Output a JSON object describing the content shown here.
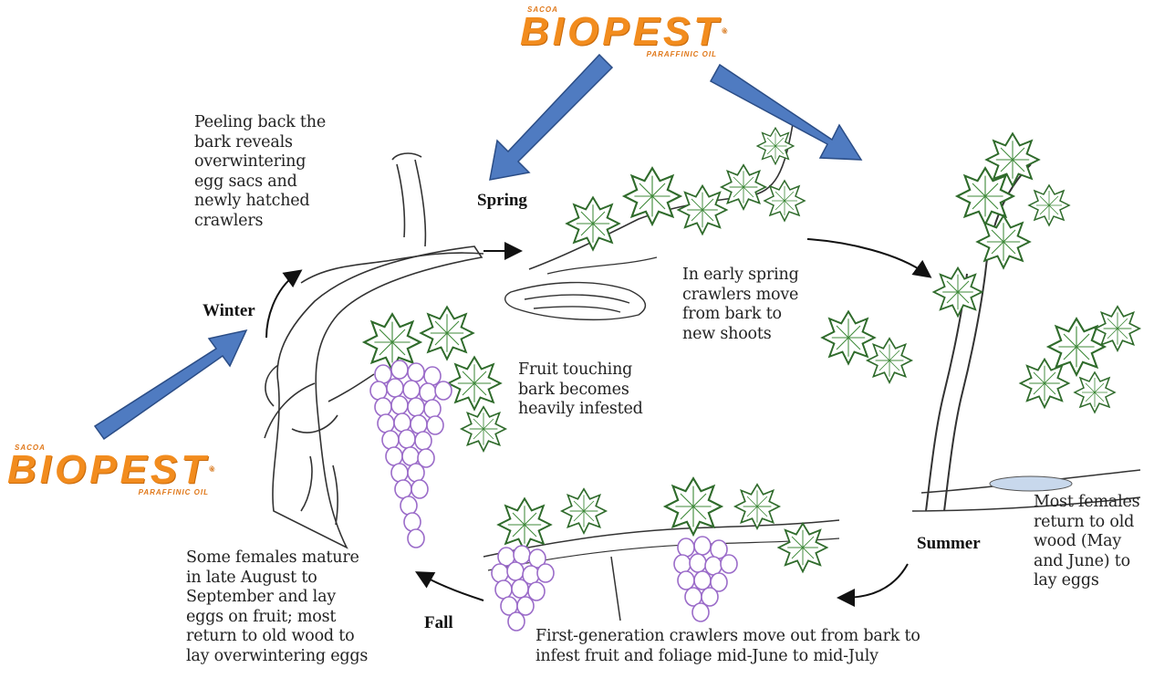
{
  "logos": [
    {
      "prefix": "SACOA",
      "brand": "BIOPEST",
      "suffix": "PARAFFINIC OIL",
      "tm": "®"
    },
    {
      "prefix": "SACOA",
      "brand": "BIOPEST",
      "suffix": "PARAFFINIC OIL",
      "tm": "®"
    }
  ],
  "seasons": {
    "winter": "Winter",
    "spring": "Spring",
    "summer": "Summer",
    "fall": "Fall"
  },
  "annotations": {
    "winter": "Peeling back the\nbark reveals\noverwintering\negg sacs and\nnewly hatched\ncrawlers",
    "spring": "In early spring\ncrawlers move\nfrom bark to\nnew shoots",
    "fruit": "Fruit touching\nbark becomes\nheavily infested",
    "summer": "Most females\nreturn to old\nwood (May\nand June) to\nlay eggs",
    "fall": "Some females mature\nin late August to\nSeptember and lay\neggs on fruit; most\nreturn to old wood to\nlay overwintering eggs",
    "first_gen": "First-generation crawlers move out from bark to\ninfest fruit and foliage mid-June to mid-July"
  },
  "colors": {
    "arrow_fill": "#4f7bc1",
    "arrow_stroke": "#2b4d86",
    "logo": "#f28c1e",
    "grapes": "#b48ad6",
    "leaves": "#3f8a3a"
  }
}
